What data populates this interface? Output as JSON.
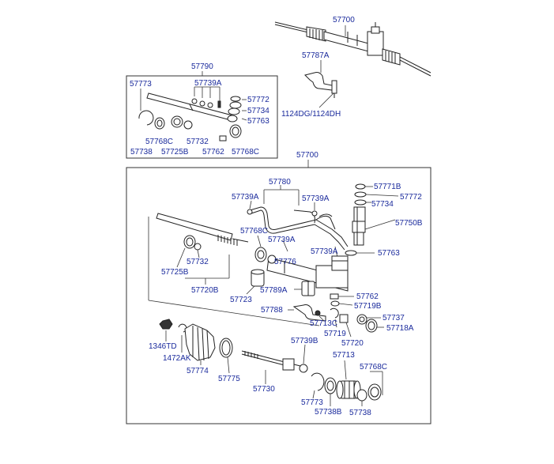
{
  "diagram": {
    "labels": {
      "l57700_top": "57700",
      "l57787A": "57787A",
      "l1124": "1124DG/1124DH",
      "l57790": "57790",
      "l57773_a": "57773",
      "l57739A_a": "57739A",
      "l57772_a": "57772",
      "l57734_a": "57734",
      "l57763_a": "57763",
      "l57768C_a": "57768C",
      "l57732_a": "57732",
      "l57738_a": "57738",
      "l57725B_a": "57725B",
      "l57762_a": "57762",
      "l57768C_b": "57768C",
      "l57700_mid": "57700",
      "l57780": "57780",
      "l57739A_b": "57739A",
      "l57739A_c": "57739A",
      "l57771B": "57771B",
      "l57772_b": "57772",
      "l57734_b": "57734",
      "l57750B": "57750B",
      "l57768C_c": "57768C",
      "l57739A_d": "57739A",
      "l57739A_e": "57739A",
      "l57776": "57776",
      "l57763_b": "57763",
      "l57732_b": "57732",
      "l57725B_b": "57725B",
      "l57720B": "57720B",
      "l57723": "57723",
      "l57789A": "57789A",
      "l57762_b": "57762",
      "l57719B": "57719B",
      "l57788": "57788",
      "l57737": "57737",
      "l57713C": "57713C",
      "l57718A": "57718A",
      "l57719": "57719",
      "l57720": "57720",
      "l1346TD": "1346TD",
      "l57739B": "57739B",
      "l1472AK": "1472AK",
      "l57713": "57713",
      "l57774": "57774",
      "l57775": "57775",
      "l57730": "57730",
      "l57768C_d": "57768C",
      "l57773_b": "57773",
      "l57738B": "57738B",
      "l57738_b": "57738"
    }
  }
}
